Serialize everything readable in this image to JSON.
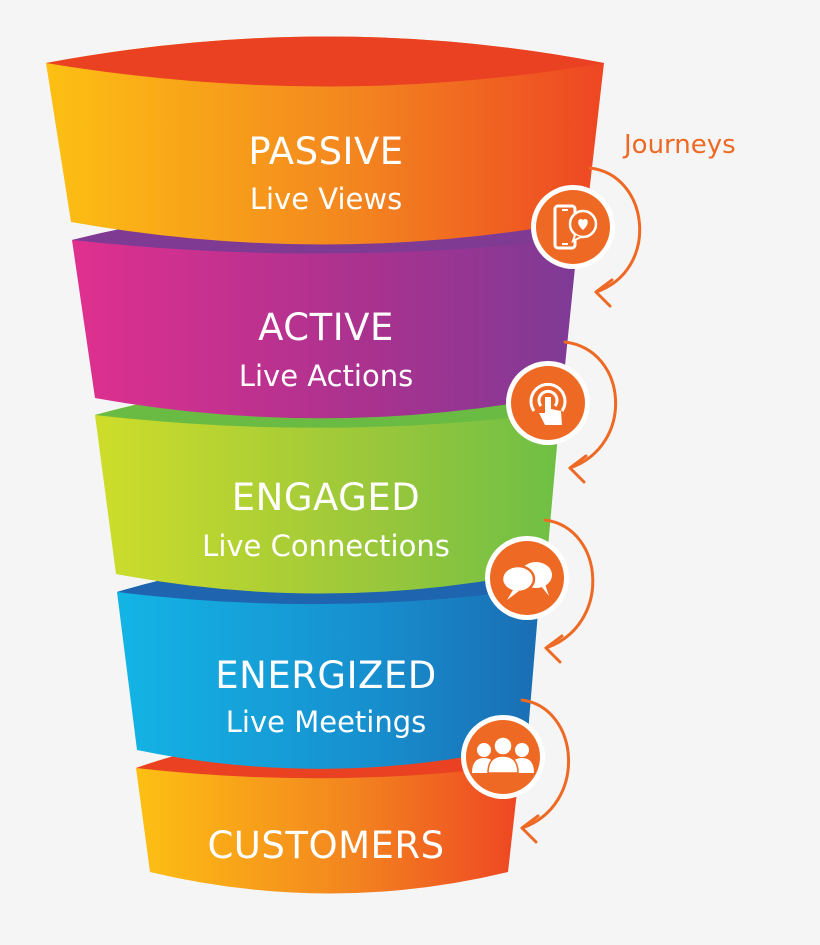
{
  "diagram": {
    "type": "funnel",
    "side_label": "Journeys",
    "accent_color": "#ee6a24",
    "background": "#f5f5f5",
    "stages": [
      {
        "title": "PASSIVE",
        "subtitle": "Live Views",
        "icon": "smartphone-heart-icon",
        "colors": {
          "left": "#fdc013",
          "right": "#ee4623",
          "rim": "#ea4122"
        }
      },
      {
        "title": "ACTIVE",
        "subtitle": "Live Actions",
        "icon": "touch-tap-icon",
        "colors": {
          "left": "#e0308f",
          "right": "#7d3b96",
          "rim": "#7f3a94"
        }
      },
      {
        "title": "ENGAGED",
        "subtitle": "Live Connections",
        "icon": "chat-bubbles-icon",
        "colors": {
          "left": "#cedd2a",
          "right": "#6ebf45",
          "rim": "#6abb44"
        }
      },
      {
        "title": "ENERGIZED",
        "subtitle": "Live Meetings",
        "icon": "people-group-icon",
        "colors": {
          "left": "#13b5e5",
          "right": "#1a6db3",
          "rim": "#1f64ae"
        }
      },
      {
        "title": "CUSTOMERS",
        "subtitle": "",
        "icon": "",
        "colors": {
          "left": "#fdc013",
          "right": "#ee4623",
          "rim": "#ea4122"
        }
      }
    ]
  }
}
